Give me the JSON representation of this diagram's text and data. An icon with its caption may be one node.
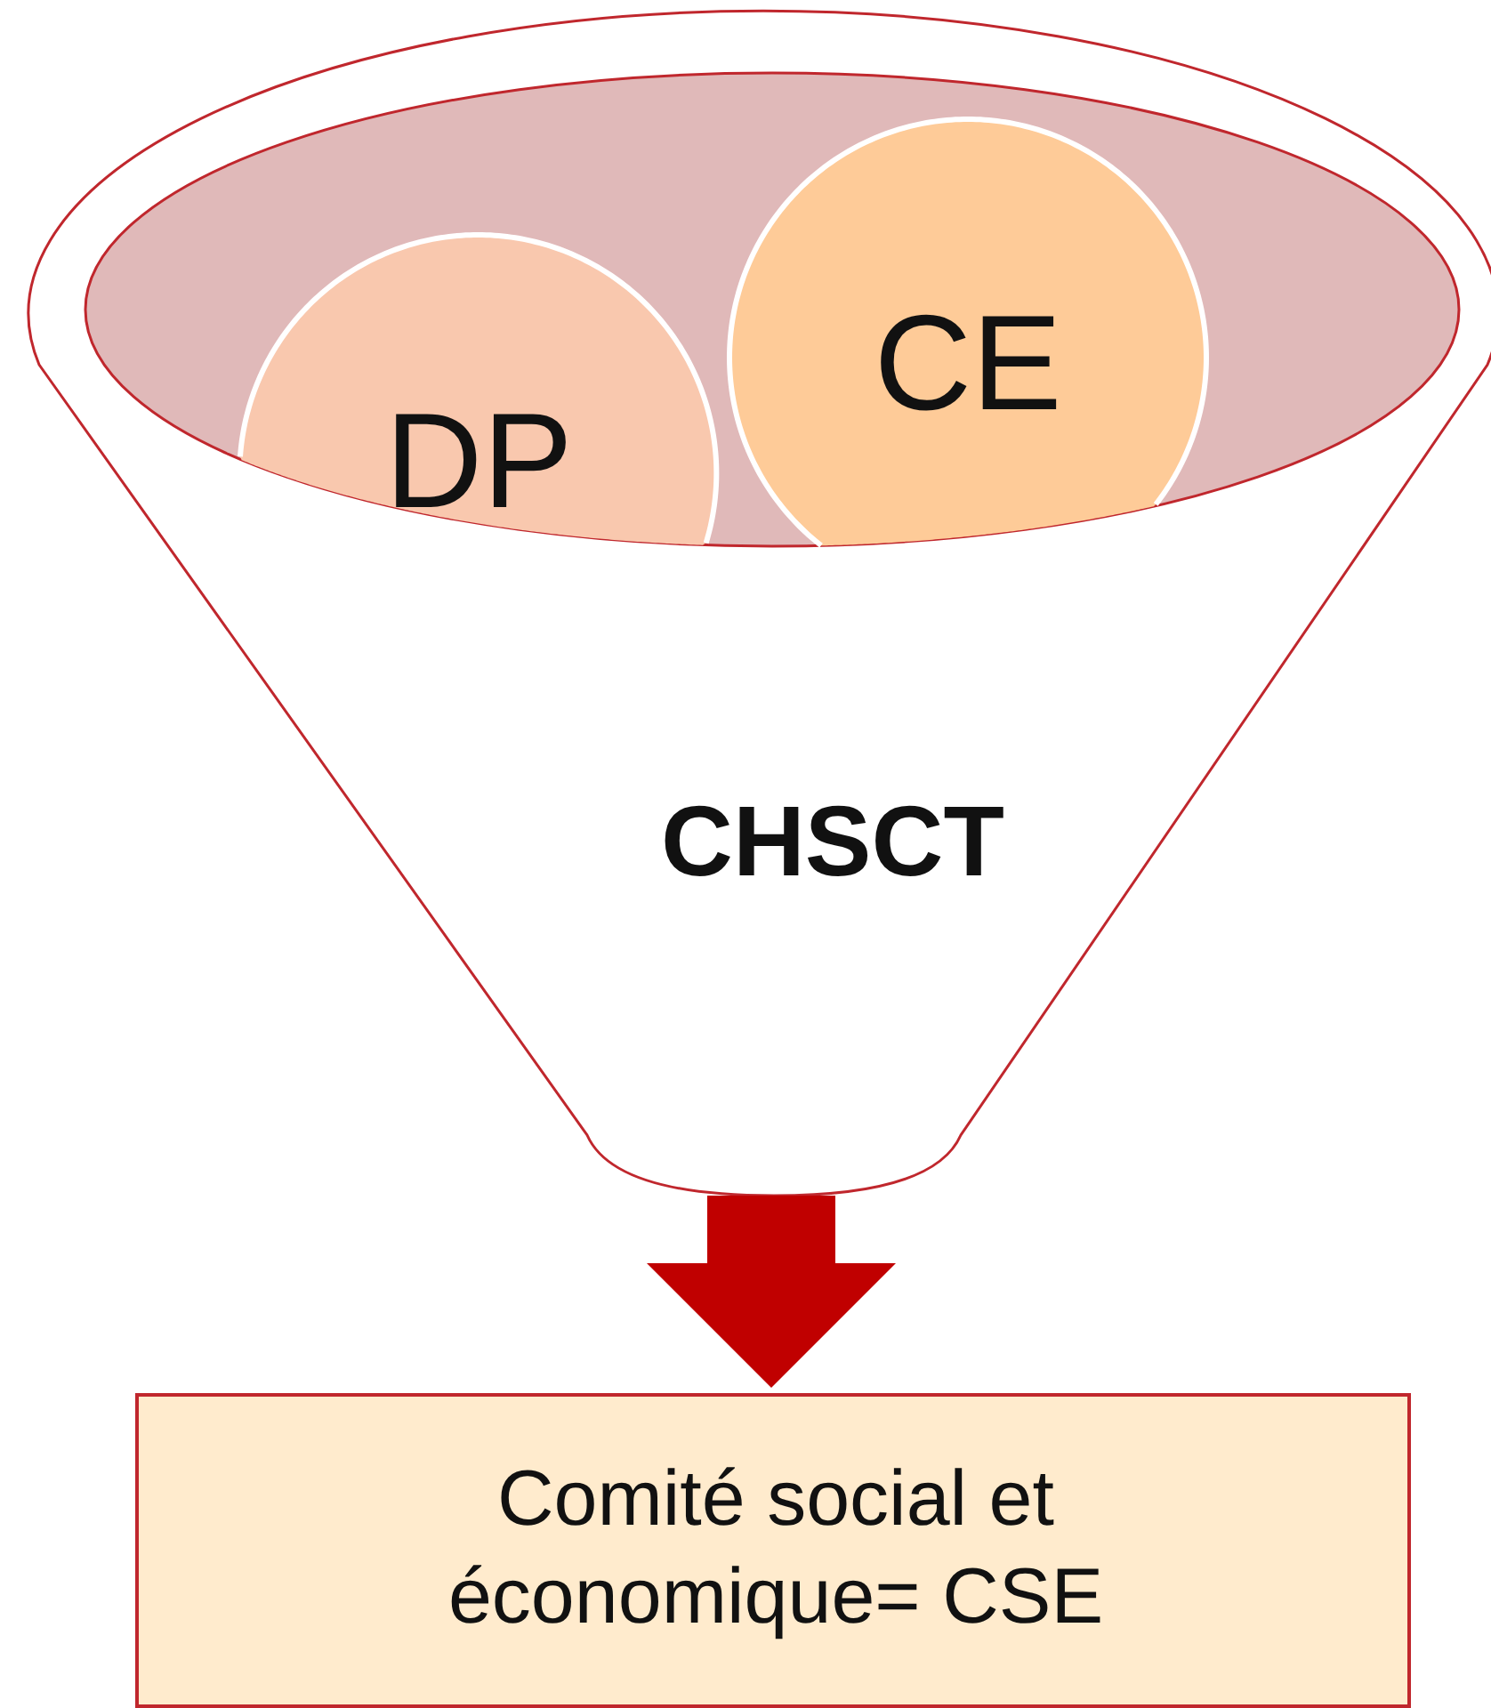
{
  "diagram": {
    "nodes": [
      {
        "text": [
          "CHSCT"
        ]
      },
      {
        "text": [
          "DP"
        ],
        "in": 0
      },
      {
        "text": [
          "CE"
        ],
        "in": 0
      },
      {
        "text": [
          "Comité social et économique= CSE"
        ]
      }
    ],
    "edges": [
      {
        "from": 0,
        "to": 3,
        "arrow": "to",
        "color": "#c00000"
      }
    ]
  }
}
